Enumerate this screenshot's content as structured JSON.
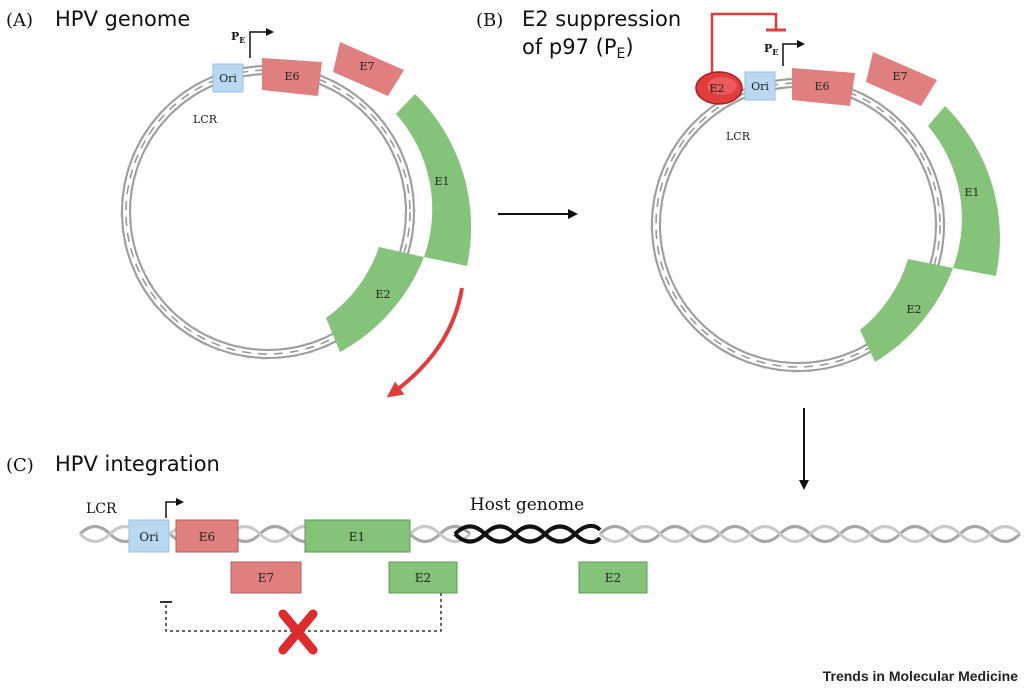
{
  "panel_a": {
    "letter": "(A)",
    "title": "HPV genome",
    "promoter": "P",
    "promoter_sub": "E",
    "ori": "Ori",
    "lcr": "LCR",
    "genes": [
      "E6",
      "E7",
      "E1",
      "E2"
    ]
  },
  "panel_b": {
    "letter": "(B)",
    "title_line1": "E2 suppression",
    "title_line2": "of p97 (P",
    "title_sub": "E",
    "title_end": ")",
    "promoter": "P",
    "promoter_sub": "E",
    "ori": "Ori",
    "lcr": "LCR",
    "repressor": "E2",
    "genes": [
      "E6",
      "E7",
      "E1",
      "E2"
    ]
  },
  "panel_c": {
    "letter": "(C)",
    "title": "HPV integration",
    "lcr": "LCR",
    "ori": "Ori",
    "host_genome": "Host genome",
    "genes_top": [
      "E6",
      "E1"
    ],
    "genes_bottom": [
      "E7",
      "E2",
      "E2"
    ]
  },
  "colors": {
    "e6_e7": "#df7f7f",
    "e1_e2": "#86c37a",
    "ori": "#b9d8f2",
    "repressor": "#e03c3c",
    "arrow_red": "#e03c3c",
    "blocked_x": "#dd2a2a"
  },
  "footer": "Trends in Molecular Medicine"
}
